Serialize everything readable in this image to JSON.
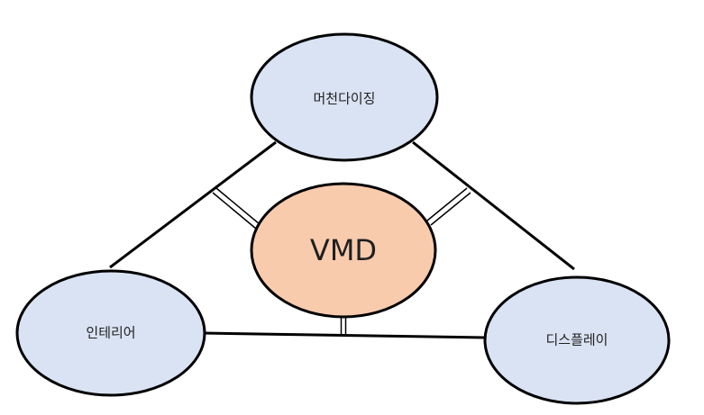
{
  "diagram": {
    "center": {
      "label": "VMD",
      "fill": "#F8CBAD",
      "stroke": "#000000"
    },
    "outer_fill": "#DAE3F3",
    "outer_stroke": "#000000",
    "nodes": {
      "top": {
        "label": "머천다이징"
      },
      "left": {
        "label": "인테리어"
      },
      "right": {
        "label": "디스플레이"
      }
    }
  }
}
